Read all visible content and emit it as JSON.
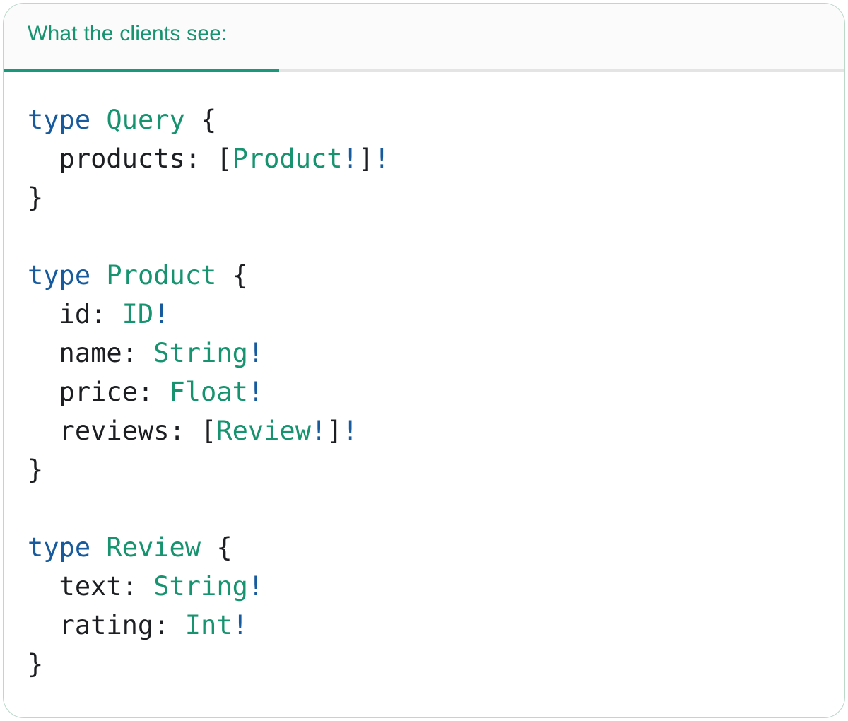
{
  "page": {
    "background": "#FFFFFF"
  },
  "card": {
    "border_color": "#BBD8C9",
    "background": "#FFFFFF",
    "tab_bar": {
      "background": "#FBFBFB",
      "label": "What the clients see:",
      "label_color": "#17946F",
      "active_indicator_color": "#18997A",
      "track_color": "#E4E4E4"
    },
    "code": {
      "language": "graphql",
      "text_color": "#1C1E21",
      "keyword_color": "#175B9E",
      "type_color": "#17946F",
      "lines": [
        [
          {
            "c": "kw",
            "s": "type"
          },
          {
            "c": "plain",
            "s": " "
          },
          {
            "c": "type",
            "s": "Query"
          },
          {
            "c": "plain",
            "s": " {"
          }
        ],
        [
          {
            "c": "plain",
            "s": "  products: ["
          },
          {
            "c": "type",
            "s": "Product"
          },
          {
            "c": "kw",
            "s": "!"
          },
          {
            "c": "plain",
            "s": "]"
          },
          {
            "c": "kw",
            "s": "!"
          }
        ],
        [
          {
            "c": "plain",
            "s": "}"
          }
        ],
        [],
        [
          {
            "c": "kw",
            "s": "type"
          },
          {
            "c": "plain",
            "s": " "
          },
          {
            "c": "type",
            "s": "Product"
          },
          {
            "c": "plain",
            "s": " {"
          }
        ],
        [
          {
            "c": "plain",
            "s": "  id: "
          },
          {
            "c": "type",
            "s": "ID"
          },
          {
            "c": "kw",
            "s": "!"
          }
        ],
        [
          {
            "c": "plain",
            "s": "  name: "
          },
          {
            "c": "type",
            "s": "String"
          },
          {
            "c": "kw",
            "s": "!"
          }
        ],
        [
          {
            "c": "plain",
            "s": "  price: "
          },
          {
            "c": "type",
            "s": "Float"
          },
          {
            "c": "kw",
            "s": "!"
          }
        ],
        [
          {
            "c": "plain",
            "s": "  reviews: ["
          },
          {
            "c": "type",
            "s": "Review"
          },
          {
            "c": "kw",
            "s": "!"
          },
          {
            "c": "plain",
            "s": "]"
          },
          {
            "c": "kw",
            "s": "!"
          }
        ],
        [
          {
            "c": "plain",
            "s": "}"
          }
        ],
        [],
        [
          {
            "c": "kw",
            "s": "type"
          },
          {
            "c": "plain",
            "s": " "
          },
          {
            "c": "type",
            "s": "Review"
          },
          {
            "c": "plain",
            "s": " {"
          }
        ],
        [
          {
            "c": "plain",
            "s": "  text: "
          },
          {
            "c": "type",
            "s": "String"
          },
          {
            "c": "kw",
            "s": "!"
          }
        ],
        [
          {
            "c": "plain",
            "s": "  rating: "
          },
          {
            "c": "type",
            "s": "Int"
          },
          {
            "c": "kw",
            "s": "!"
          }
        ],
        [
          {
            "c": "plain",
            "s": "}"
          }
        ]
      ]
    }
  }
}
